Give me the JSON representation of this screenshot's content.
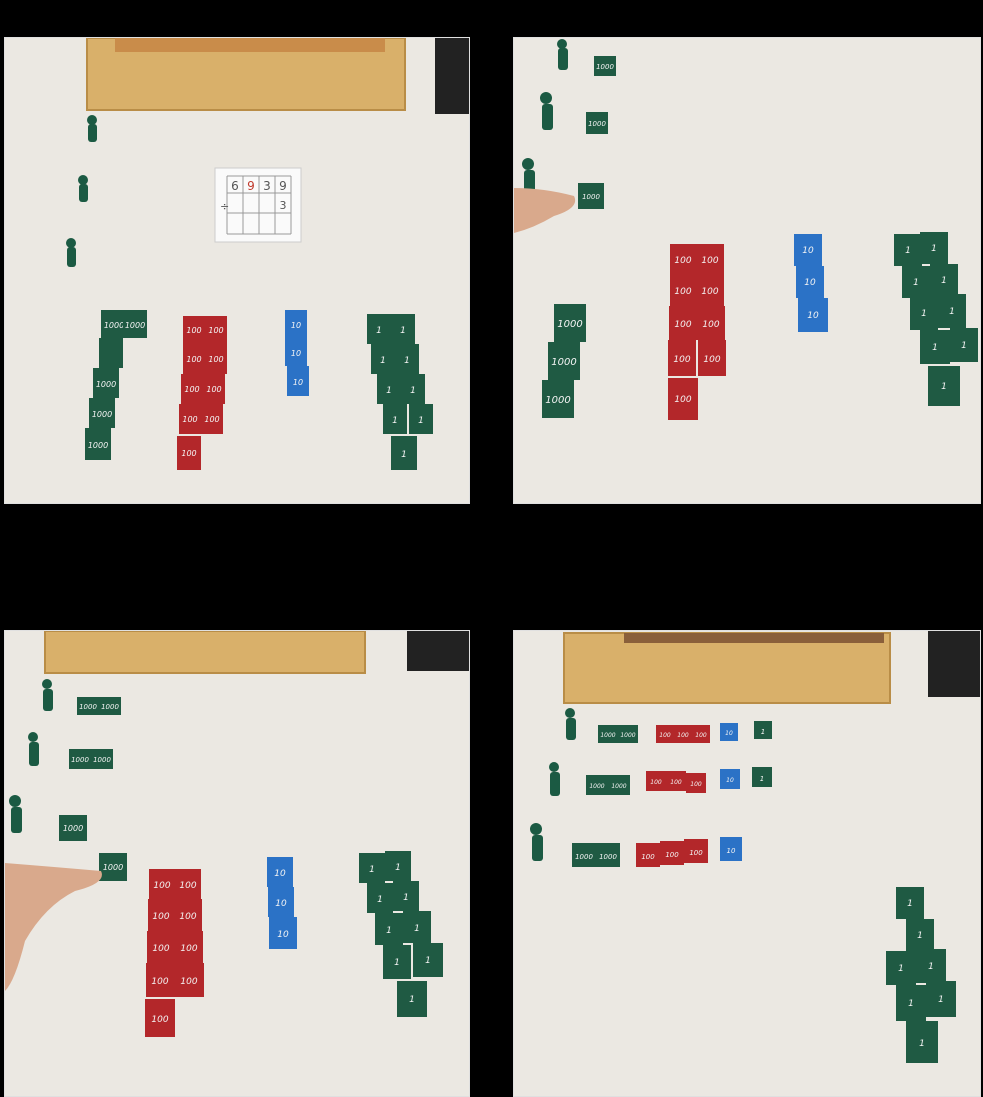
{
  "photos": [
    {
      "name": "photo-top-left",
      "paper": {
        "digits": [
          "6",
          "9",
          "3",
          "9"
        ],
        "divisor": "3",
        "op": "÷"
      },
      "tiles": {
        "thousand": "1000",
        "hundred": "100",
        "ten": "10",
        "unit": "1"
      }
    },
    {
      "name": "photo-top-right"
    },
    {
      "name": "photo-bottom-left"
    },
    {
      "name": "photo-bottom-right"
    }
  ],
  "colors": {
    "table": "#ebe8e2",
    "thousand_tile": "#1f5a43",
    "hundred_tile": "#b3272a",
    "ten_tile": "#2b72c6",
    "unit_tile": "#1f5a43",
    "pawn": "#1b5a43",
    "wood_box": "#d9b06a"
  }
}
